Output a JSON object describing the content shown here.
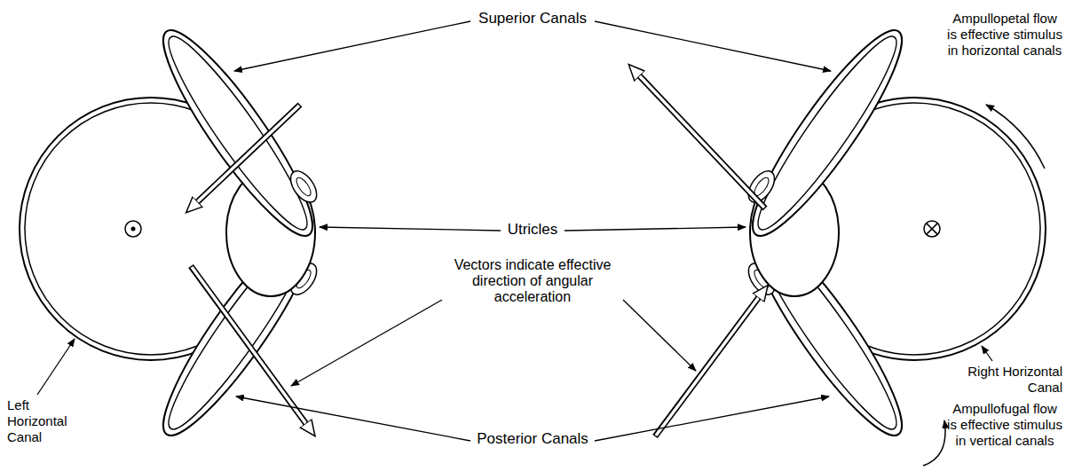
{
  "diagram": {
    "labels": [
      "Superior Canals",
      "Ampullopetal flow is effective stimulus in horizontal canals",
      "Utricles",
      "Vectors indicate effective direction of angular acceleration",
      "Right Horizontal Canal",
      "Left Horizontal Canal",
      "Posterior Canals",
      "Ampullofugal flow is effective stimulus in vertical canals"
    ]
  }
}
